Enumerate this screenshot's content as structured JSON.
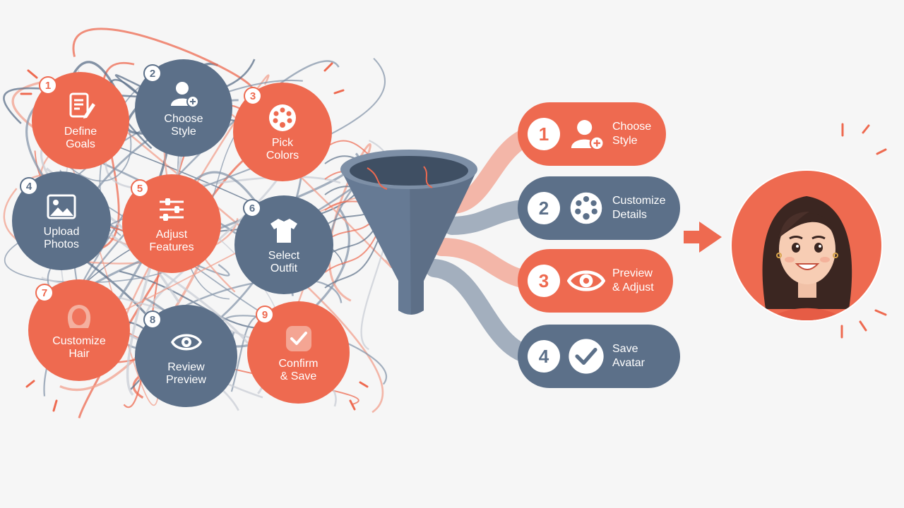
{
  "colors": {
    "coral": "#ee6a50",
    "slate": "#5c7089",
    "background": "#f6f6f6"
  },
  "left_steps": [
    {
      "number": "1",
      "label": "Define\nGoals",
      "icon": "document-edit-icon",
      "color": "coral"
    },
    {
      "number": "2",
      "label": "Choose\nStyle",
      "icon": "user-add-icon",
      "color": "slate"
    },
    {
      "number": "3",
      "label": "Pick\nColors",
      "icon": "color-palette-icon",
      "color": "coral"
    },
    {
      "number": "4",
      "label": "Upload\nPhotos",
      "icon": "image-icon",
      "color": "slate"
    },
    {
      "number": "5",
      "label": "Adjust\nFeatures",
      "icon": "sliders-icon",
      "color": "coral"
    },
    {
      "number": "6",
      "label": "Select\nOutfit",
      "icon": "shirt-icon",
      "color": "slate"
    },
    {
      "number": "7",
      "label": "Customize\nHair",
      "icon": "hair-icon",
      "color": "coral"
    },
    {
      "number": "8",
      "label": "Review\nPreview",
      "icon": "eye-icon",
      "color": "slate"
    },
    {
      "number": "9",
      "label": "Confirm\n& Save",
      "icon": "checkmark-icon",
      "color": "coral"
    }
  ],
  "right_steps": [
    {
      "number": "1",
      "label": "Choose\nStyle",
      "icon": "user-add-icon",
      "color": "coral"
    },
    {
      "number": "2",
      "label": "Customize\nDetails",
      "icon": "color-palette-icon",
      "color": "slate"
    },
    {
      "number": "3",
      "label": "Preview\n& Adjust",
      "icon": "eye-icon",
      "color": "coral"
    },
    {
      "number": "4",
      "label": "Save\nAvatar",
      "icon": "checkmark-icon",
      "color": "slate"
    }
  ],
  "funnel": {
    "icon": "funnel-icon"
  },
  "arrow": {
    "icon": "arrow-right-icon"
  },
  "result": {
    "icon": "avatar-portrait-icon"
  }
}
